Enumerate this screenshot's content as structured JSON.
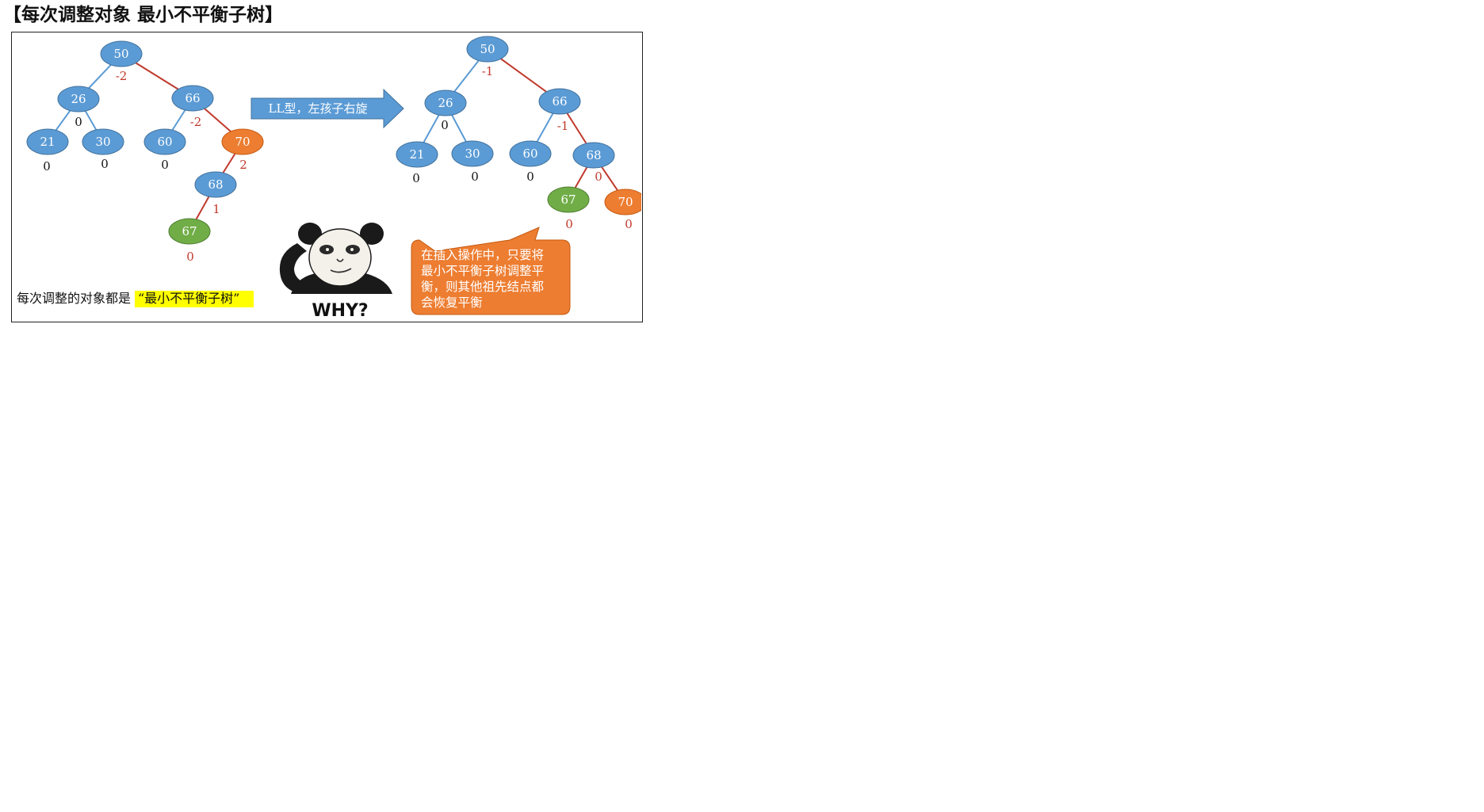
{
  "title": "【每次调整对象 最小不平衡子树】",
  "colors": {
    "node_blue": "#5b9bd5",
    "node_orange": "#ed7d31",
    "node_green": "#70ad47",
    "edge_blue": "#5b9bd5",
    "edge_red": "#c0392b",
    "balance_black": "#111111",
    "balance_red": "#c0392b",
    "highlight": "#ffff00",
    "arrow": "#5b9bd5",
    "bubble": "#ed7d31"
  },
  "before_tree": {
    "nodes": [
      {
        "id": "b50",
        "label": "50",
        "color": "blue",
        "bf": "-2",
        "bf_color": "red"
      },
      {
        "id": "b26",
        "label": "26",
        "color": "blue",
        "bf": "0",
        "bf_color": "black"
      },
      {
        "id": "b66",
        "label": "66",
        "color": "blue",
        "bf": "-2",
        "bf_color": "red"
      },
      {
        "id": "b21",
        "label": "21",
        "color": "blue",
        "bf": "0",
        "bf_color": "black"
      },
      {
        "id": "b30",
        "label": "30",
        "color": "blue",
        "bf": "0",
        "bf_color": "black"
      },
      {
        "id": "b60",
        "label": "60",
        "color": "blue",
        "bf": "0",
        "bf_color": "black"
      },
      {
        "id": "b70",
        "label": "70",
        "color": "orange",
        "bf": "2",
        "bf_color": "red"
      },
      {
        "id": "b68",
        "label": "68",
        "color": "blue",
        "bf": "1",
        "bf_color": "red"
      },
      {
        "id": "b67",
        "label": "67",
        "color": "green",
        "bf": "0",
        "bf_color": "red"
      }
    ],
    "edges": [
      {
        "from": "b50",
        "to": "b26",
        "color": "blue"
      },
      {
        "from": "b50",
        "to": "b66",
        "color": "red"
      },
      {
        "from": "b26",
        "to": "b21",
        "color": "blue"
      },
      {
        "from": "b26",
        "to": "b30",
        "color": "blue"
      },
      {
        "from": "b66",
        "to": "b60",
        "color": "blue"
      },
      {
        "from": "b66",
        "to": "b70",
        "color": "red"
      },
      {
        "from": "b70",
        "to": "b68",
        "color": "red"
      },
      {
        "from": "b68",
        "to": "b67",
        "color": "red"
      }
    ]
  },
  "after_tree": {
    "nodes": [
      {
        "id": "a50",
        "label": "50",
        "color": "blue",
        "bf": "-1",
        "bf_color": "red"
      },
      {
        "id": "a26",
        "label": "26",
        "color": "blue",
        "bf": "0",
        "bf_color": "black"
      },
      {
        "id": "a66",
        "label": "66",
        "color": "blue",
        "bf": "-1",
        "bf_color": "red"
      },
      {
        "id": "a21",
        "label": "21",
        "color": "blue",
        "bf": "0",
        "bf_color": "black"
      },
      {
        "id": "a30",
        "label": "30",
        "color": "blue",
        "bf": "0",
        "bf_color": "black"
      },
      {
        "id": "a60",
        "label": "60",
        "color": "blue",
        "bf": "0",
        "bf_color": "black"
      },
      {
        "id": "a68",
        "label": "68",
        "color": "blue",
        "bf": "0",
        "bf_color": "red"
      },
      {
        "id": "a67",
        "label": "67",
        "color": "green",
        "bf": "0",
        "bf_color": "red"
      },
      {
        "id": "a70",
        "label": "70",
        "color": "orange",
        "bf": "0",
        "bf_color": "red"
      }
    ],
    "edges": [
      {
        "from": "a50",
        "to": "a26",
        "color": "blue"
      },
      {
        "from": "a50",
        "to": "a66",
        "color": "red"
      },
      {
        "from": "a26",
        "to": "a21",
        "color": "blue"
      },
      {
        "from": "a26",
        "to": "a30",
        "color": "blue"
      },
      {
        "from": "a66",
        "to": "a60",
        "color": "blue"
      },
      {
        "from": "a66",
        "to": "a68",
        "color": "red"
      },
      {
        "from": "a68",
        "to": "a67",
        "color": "red"
      },
      {
        "from": "a68",
        "to": "a70",
        "color": "red"
      }
    ]
  },
  "arrow_label": "LL型，左孩子右旋",
  "caption": {
    "prefix": "每次调整的对象都是",
    "highlight": "“最小不平衡子树”"
  },
  "why_label": "WHY?",
  "bubble_lines": [
    "在插入操作中，只要将",
    "最小不平衡子树调整平",
    "衡，则其他祖先结点都",
    "会恢复平衡"
  ]
}
